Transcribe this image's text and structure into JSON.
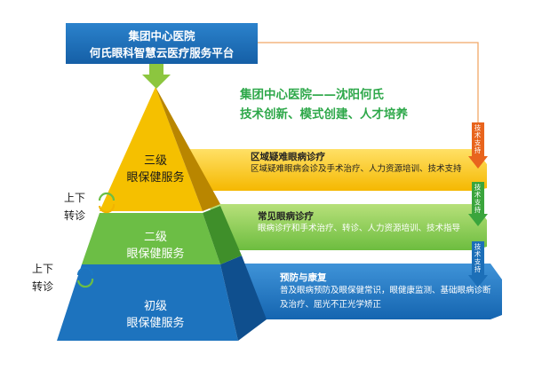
{
  "header": {
    "line1": "集团中心医院",
    "line2": "何氏眼科智慧云医疗服务平台"
  },
  "slogan": {
    "line1": "集团中心医院——沈阳何氏",
    "line2": "技术创新、模式创建、人才培养"
  },
  "tiers": [
    {
      "level": "三级",
      "name": "眼保健服务",
      "color": "#f2b400"
    },
    {
      "level": "二级",
      "name": "眼保健服务",
      "color": "#6cbe45"
    },
    {
      "level": "初级",
      "name": "眼保健服务",
      "color": "#1c77c3"
    }
  ],
  "bands": [
    {
      "title": "区域疑难眼病诊疗",
      "body": "区域疑难眼病会诊及手术治疗、人力资源培训、技术支持"
    },
    {
      "title": "常见眼病诊疗",
      "body": "眼病诊疗和手术治疗、转诊、人力资源培训、技术指导"
    },
    {
      "title": "预防与康复",
      "body": "普及眼病预防及眼保健常识，眼健康监测、基础眼病诊断及治疗、屈光不正光学矫正"
    }
  ],
  "referral": {
    "upper": {
      "line1": "上下",
      "line2": "转诊"
    },
    "lower": {
      "line1": "上下",
      "line2": "转诊"
    }
  },
  "support_tags": [
    "技术支持",
    "技术支持",
    "技术支持"
  ],
  "colors": {
    "header_blue": "#1c6fb8",
    "arrow_green": "#8cc63f",
    "slogan_green": "#2ea84a",
    "connector_orange": "#f0a868"
  }
}
